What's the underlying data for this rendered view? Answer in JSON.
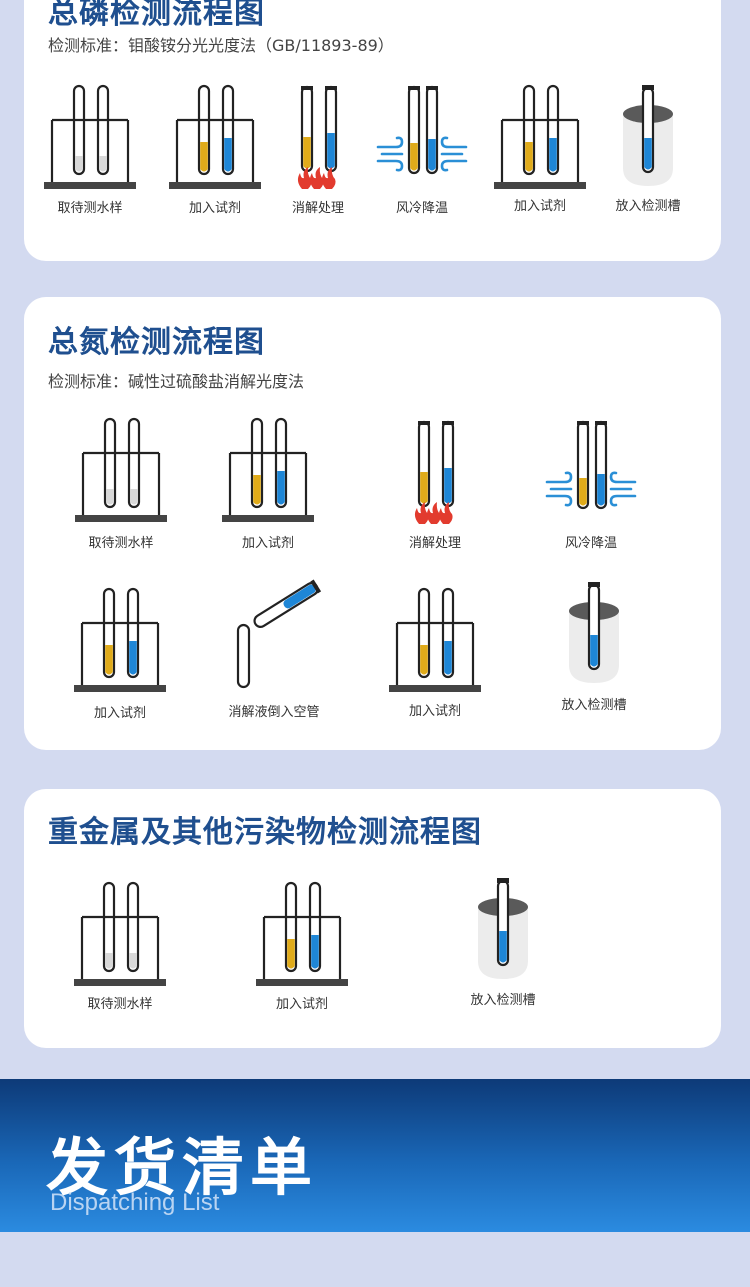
{
  "colors": {
    "page_bg": "#d3daf0",
    "title_blue": "#1f4f8f",
    "liquid_yellow": "#e0ab1a",
    "liquid_blue": "#1e86d6",
    "flame_red": "#e23b2e",
    "wind_blue": "#2a8fd6",
    "banner_dark": "#0d3a78",
    "banner_light": "#2b8be0"
  },
  "phosphorus": {
    "title": "总磷检测流程图",
    "standard": "检测标准：钼酸铵分光光度法（GB/11893-89）",
    "steps": [
      {
        "label": "取待测水样",
        "icon": "empty-tubes-rack-icon"
      },
      {
        "label": "加入试剂",
        "icon": "reagent-tubes-rack-icon"
      },
      {
        "label": "消解处理",
        "icon": "heated-tubes-icon"
      },
      {
        "label": "风冷降温",
        "icon": "air-cooling-tubes-icon"
      },
      {
        "label": "加入试剂",
        "icon": "reagent-tubes-rack-icon"
      },
      {
        "label": "放入检测槽",
        "icon": "detection-cell-icon"
      }
    ]
  },
  "nitrogen": {
    "title": "总氮检测流程图",
    "standard": "检测标准：碱性过硫酸盐消解光度法",
    "steps": [
      {
        "label": "取待测水样",
        "icon": "empty-tubes-rack-icon"
      },
      {
        "label": "加入试剂",
        "icon": "reagent-tubes-rack-icon"
      },
      {
        "label": "消解处理",
        "icon": "heated-tubes-icon"
      },
      {
        "label": "风冷降温",
        "icon": "air-cooling-tubes-icon"
      },
      {
        "label": "加入试剂",
        "icon": "reagent-tubes-rack-icon"
      },
      {
        "label": "消解液倒入空管",
        "icon": "pour-liquid-icon"
      },
      {
        "label": "加入试剂",
        "icon": "reagent-tubes-rack-icon"
      },
      {
        "label": "放入检测槽",
        "icon": "detection-cell-icon"
      }
    ]
  },
  "heavy_metal": {
    "title": "重金属及其他污染物检测流程图",
    "steps": [
      {
        "label": "取待测水样",
        "icon": "empty-tubes-rack-icon"
      },
      {
        "label": "加入试剂",
        "icon": "reagent-tubes-rack-icon"
      },
      {
        "label": "放入检测槽",
        "icon": "detection-cell-icon"
      }
    ]
  },
  "banner": {
    "title": "发货清单",
    "subtitle": "Dispatching List"
  }
}
